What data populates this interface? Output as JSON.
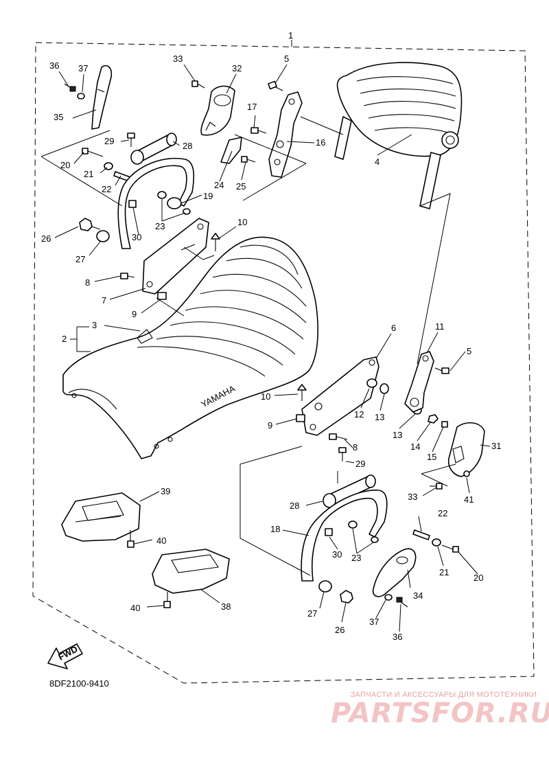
{
  "assembly_number": "1",
  "drawing_code": "8DF2100-9410",
  "fwd_label": "FWD",
  "brand_on_seat": "YAMAHA",
  "callouts": {
    "c2": "2",
    "c3": "3",
    "c4": "4",
    "c5a": "5",
    "c5b": "5",
    "c6": "6",
    "c7": "7",
    "c8a": "8",
    "c8b": "8",
    "c9a": "9",
    "c9b": "9",
    "c10a": "10",
    "c10b": "10",
    "c11": "11",
    "c12": "12",
    "c13a": "13",
    "c13b": "13",
    "c14": "14",
    "c15": "15",
    "c16": "16",
    "c17": "17",
    "c18": "18",
    "c19": "19",
    "c20a": "20",
    "c20b": "20",
    "c21a": "21",
    "c21b": "21",
    "c22a": "22",
    "c22b": "22",
    "c23a": "23",
    "c23b": "23",
    "c24": "24",
    "c25": "25",
    "c26a": "26",
    "c26b": "26",
    "c27a": "27",
    "c27b": "27",
    "c28a": "28",
    "c28b": "28",
    "c29a": "29",
    "c29b": "29",
    "c30a": "30",
    "c30b": "30",
    "c31": "31",
    "c32": "32",
    "c33a": "33",
    "c33b": "33",
    "c34": "34",
    "c35": "35",
    "c36a": "36",
    "c36b": "36",
    "c37a": "37",
    "c37b": "37",
    "c38": "38",
    "c39": "39",
    "c40a": "40",
    "c40b": "40",
    "c41": "41"
  },
  "watermark": {
    "tagline": "ЗАПЧАСТИ И АКСЕССУАРЫ ДЛЯ МОТОТЕХНИКИ",
    "brand": "PARTSFOR.RU",
    "color": "#f3c4c4"
  }
}
